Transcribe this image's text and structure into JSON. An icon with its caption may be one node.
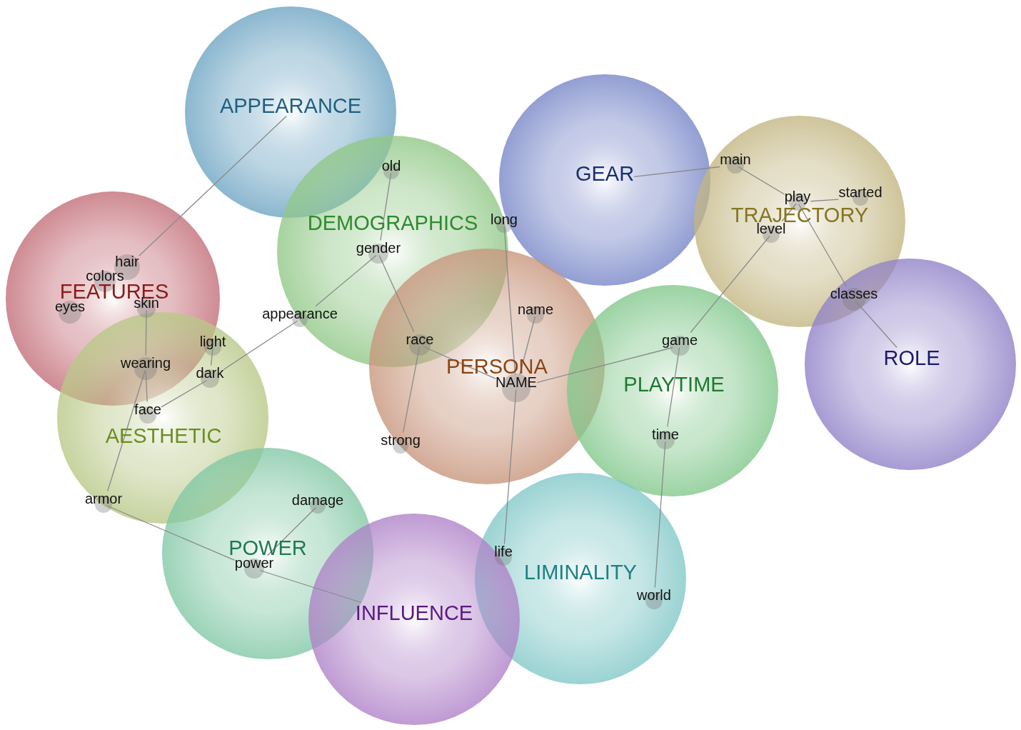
{
  "diagram": {
    "nodes": [
      {
        "text": [
          "APPEARANCE"
        ]
      },
      {
        "text": [
          "GEAR"
        ]
      },
      {
        "text": [
          "TRAJECTORY"
        ]
      },
      {
        "text": [
          "FEATURES"
        ]
      },
      {
        "text": [
          "DEMOGRAPHICS"
        ]
      },
      {
        "text": [
          "ROLE"
        ]
      },
      {
        "text": [
          "PERSONA"
        ]
      },
      {
        "text": [
          "PLAYTIME"
        ]
      },
      {
        "text": [
          "AESTHETIC"
        ]
      },
      {
        "text": [
          "POWER"
        ]
      },
      {
        "text": [
          "LIMINALITY"
        ]
      },
      {
        "text": [
          "INFLUENCE"
        ]
      },
      {
        "text": [
          "main"
        ],
        "in": 2
      },
      {
        "text": [
          "old"
        ],
        "in": 4
      },
      {
        "text": [
          "started"
        ],
        "in": 2
      },
      {
        "text": [
          "play"
        ],
        "in": 2
      },
      {
        "text": [
          "long"
        ]
      },
      {
        "text": [
          "level"
        ],
        "in": 2
      },
      {
        "text": [
          "hair"
        ],
        "in": 3
      },
      {
        "text": [
          "colors"
        ],
        "in": 3
      },
      {
        "text": [
          "gender"
        ],
        "in": 4
      },
      {
        "text": [
          "eyes"
        ],
        "in": 3
      },
      {
        "text": [
          "skin"
        ],
        "in": 3
      },
      {
        "text": [
          "classes"
        ]
      },
      {
        "text": [
          "name"
        ],
        "in": 6
      },
      {
        "text": [
          "appearance"
        ]
      },
      {
        "text": [
          "game"
        ],
        "in": 7
      },
      {
        "text": [
          "light"
        ],
        "in": 8
      },
      {
        "text": [
          "race"
        ]
      },
      {
        "text": [
          "wearing"
        ]
      },
      {
        "text": [
          "dark"
        ],
        "in": 8
      },
      {
        "text": [
          "NAME"
        ],
        "in": 6
      },
      {
        "text": [
          "face"
        ],
        "in": 8
      },
      {
        "text": [
          "time"
        ],
        "in": 7
      },
      {
        "text": [
          "strong"
        ],
        "in": 6
      },
      {
        "text": [
          "armor"
        ],
        "in": 8
      },
      {
        "text": [
          "damage"
        ],
        "in": 9
      },
      {
        "text": [
          "life"
        ],
        "in": 10
      },
      {
        "text": [
          "power"
        ],
        "in": 9
      },
      {
        "text": [
          "world"
        ],
        "in": 10
      }
    ],
    "edges": [
      {
        "from": 0,
        "to": 18,
        "arrow": "none"
      },
      {
        "from": 22,
        "to": 29,
        "arrow": "none"
      },
      {
        "from": 29,
        "to": 32,
        "arrow": "none"
      },
      {
        "from": 29,
        "to": 35,
        "arrow": "none"
      },
      {
        "from": 32,
        "to": 30,
        "arrow": "none"
      },
      {
        "from": 30,
        "to": 27,
        "arrow": "none"
      },
      {
        "from": 30,
        "to": 25,
        "arrow": "none"
      },
      {
        "from": 25,
        "to": 20,
        "arrow": "none"
      },
      {
        "from": 20,
        "to": 13,
        "arrow": "none"
      },
      {
        "from": 20,
        "to": 28,
        "arrow": "none"
      },
      {
        "from": 28,
        "to": 34,
        "arrow": "none"
      },
      {
        "from": 28,
        "to": 31,
        "arrow": "none"
      },
      {
        "from": 16,
        "to": 31,
        "arrow": "none"
      },
      {
        "from": 24,
        "to": 31,
        "arrow": "none"
      },
      {
        "from": 31,
        "to": 37,
        "arrow": "none"
      },
      {
        "from": 31,
        "to": 26,
        "arrow": "none"
      },
      {
        "from": 26,
        "to": 17,
        "arrow": "none"
      },
      {
        "from": 26,
        "to": 33,
        "arrow": "none"
      },
      {
        "from": 33,
        "to": 39,
        "arrow": "none"
      },
      {
        "from": 17,
        "to": 15,
        "arrow": "none"
      },
      {
        "from": 12,
        "to": 1,
        "arrow": "none"
      },
      {
        "from": 12,
        "to": 15,
        "arrow": "none"
      },
      {
        "from": 15,
        "to": 14,
        "arrow": "none"
      },
      {
        "from": 15,
        "to": 23,
        "arrow": "none"
      },
      {
        "from": 23,
        "to": 5,
        "arrow": "none"
      },
      {
        "from": 35,
        "to": 38,
        "arrow": "none"
      },
      {
        "from": 36,
        "to": 38,
        "arrow": "none"
      },
      {
        "from": 38,
        "to": 11,
        "arrow": "none"
      }
    ]
  }
}
